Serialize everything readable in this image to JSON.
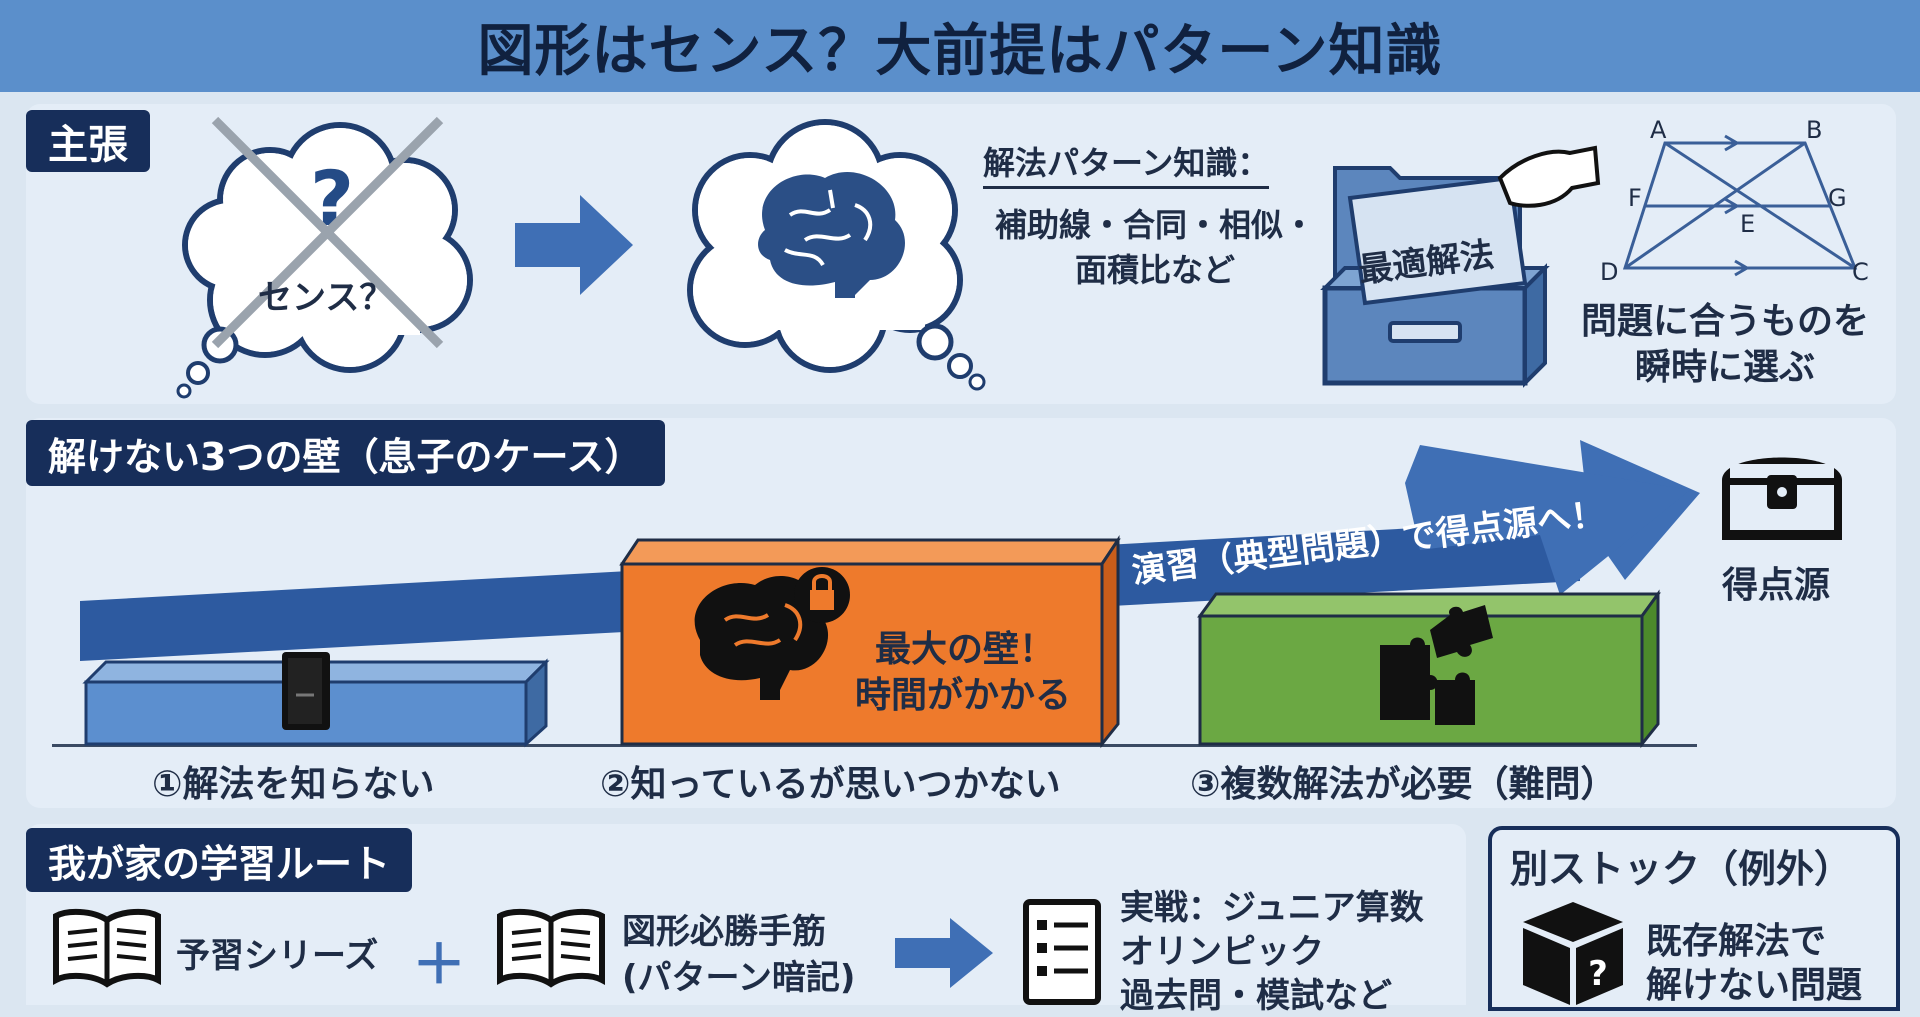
{
  "title": "図形はセンス？大前提はパターン知識",
  "claim": {
    "tag": "主張",
    "sense_question": "センス？",
    "knowledge_title": "解法パターン知識：",
    "knowledge_body_line1": "補助線・合同・相似・",
    "knowledge_body_line2": "面積比など",
    "drawer_file": "最適解法",
    "diagram_points": [
      "A",
      "B",
      "F",
      "G",
      "E",
      "D",
      "C"
    ],
    "select_line1": "問題に合うものを",
    "select_line2": "瞬時に選ぶ"
  },
  "walls": {
    "tag": "解けない3つの壁（息子のケース）",
    "arrow_label": "演習（典型問題）で得点源へ！",
    "treasure_label": "得点源",
    "big_wall_line1": "最大の壁！",
    "big_wall_line2": "時間がかかる",
    "wall1_label": "①解法を知らない",
    "wall2_label": "②知っているが思いつかない",
    "wall3_label": "③複数解法が必要（難問）"
  },
  "route": {
    "tag": "我が家の学習ルート",
    "book1": "予習シリーズ",
    "plus": "＋",
    "book2_line1": "図形必勝手筋",
    "book2_line2": "(パターン暗記)",
    "practice_line1": "実戦：ジュニア算数",
    "practice_line2": "オリンピック",
    "practice_line3": "過去問・模試など"
  },
  "exception": {
    "tag": "別ストック（例外）",
    "line1": "既存解法で",
    "line2": "解けない問題"
  },
  "colors": {
    "header": "#5b8fcb",
    "navy": "#172e5a",
    "arrow": "#3f6fb5",
    "wall_blue": "#5c8fcf",
    "wall_orange": "#ee7a2c",
    "wall_green": "#6ba843"
  }
}
